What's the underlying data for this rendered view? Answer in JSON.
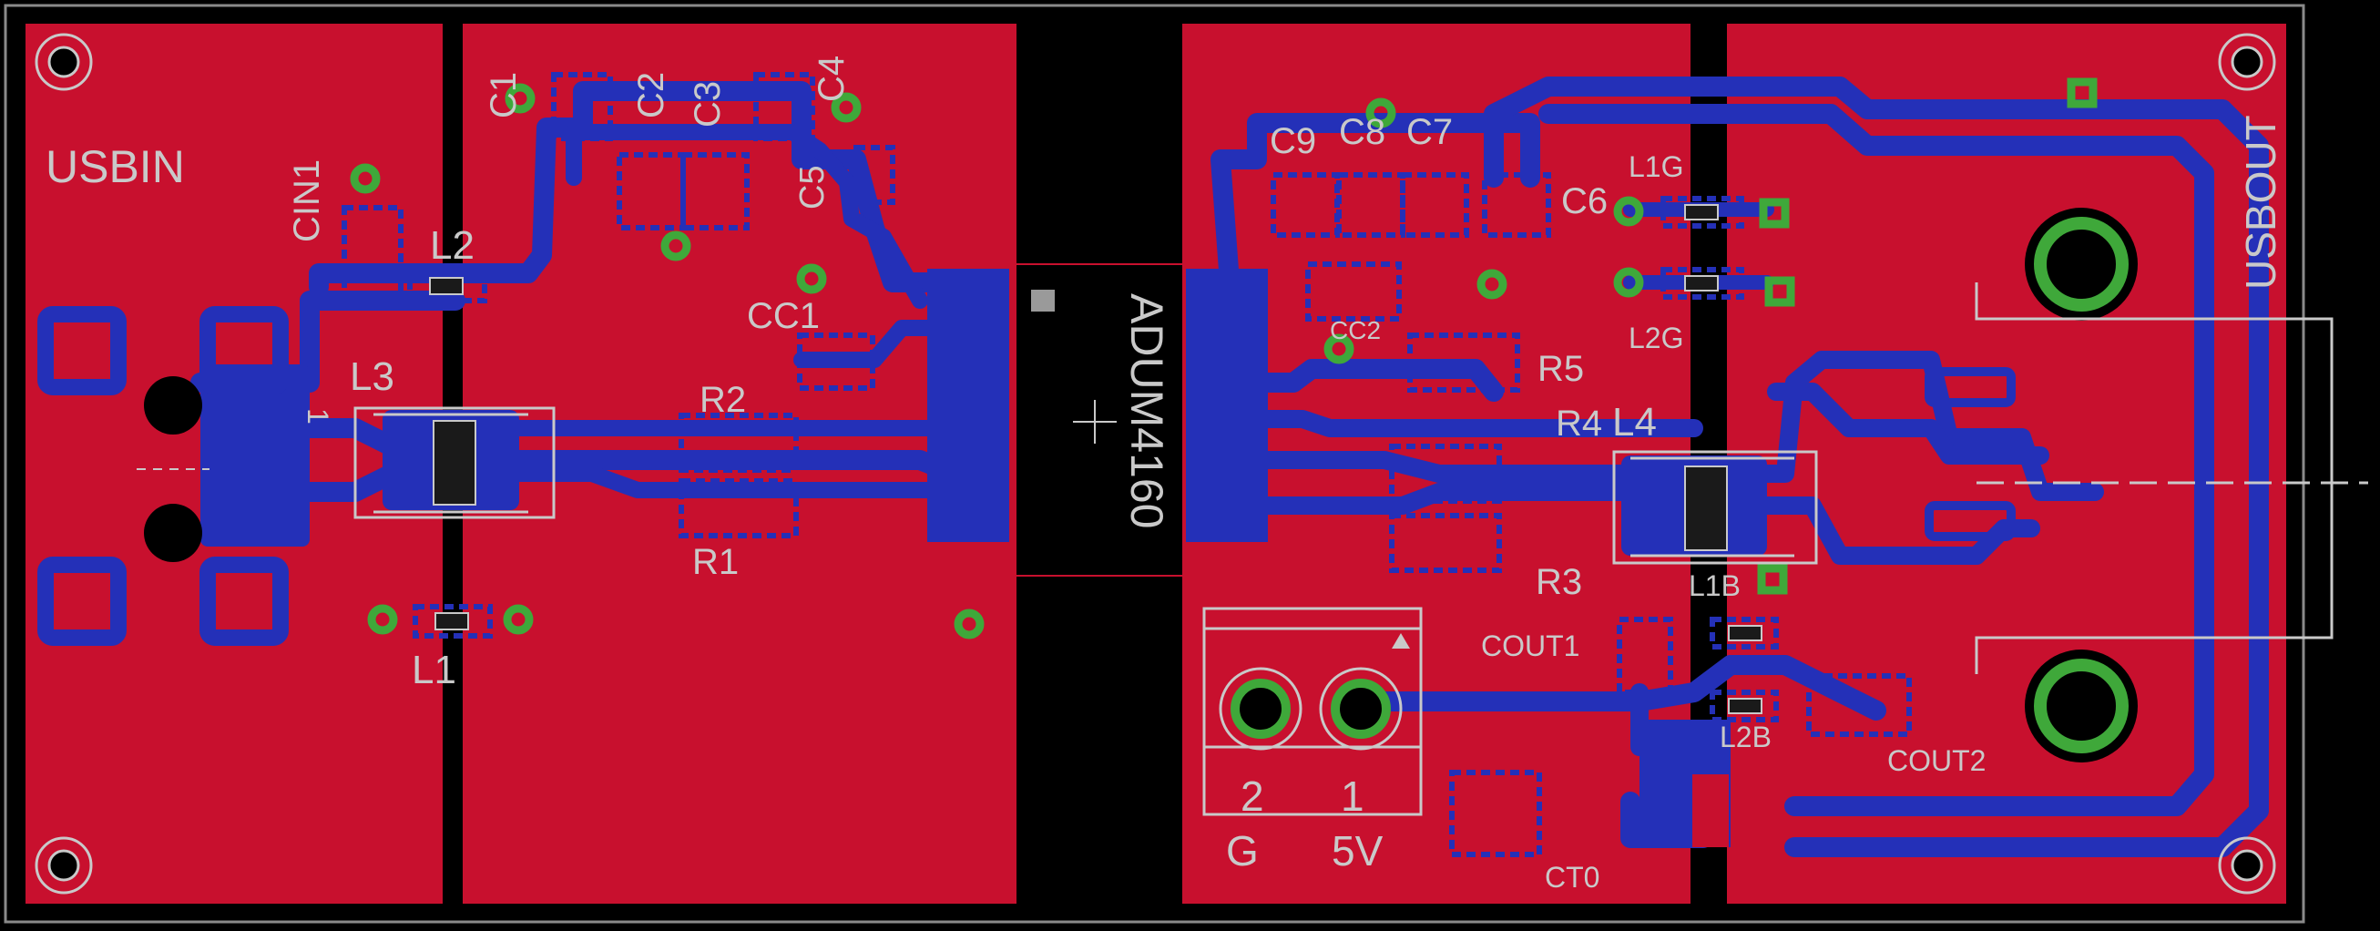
{
  "board": {
    "colors": {
      "background": "#000000",
      "outline": "#8a8a8a",
      "top_copper": "#c8102e",
      "bottom_copper": "#2430b8",
      "via": "#3fa83a",
      "pad": "#c8102e",
      "silkscreen": "#c9c9c9"
    }
  },
  "labels": {
    "usbin": "USBIN",
    "usbout": "USBOUT",
    "ic": "ADUM4160",
    "cin1": "CIN1",
    "c1": "C1",
    "c2": "C2",
    "c3": "C3",
    "c4": "C4",
    "c5": "C5",
    "c6": "C6",
    "c7": "C7",
    "c8": "C8",
    "c9": "C9",
    "cc1": "CC1",
    "cc2": "CC2",
    "l1": "L1",
    "l2": "L2",
    "l3": "L3",
    "l4": "L4",
    "l1g": "L1G",
    "l2g": "L2G",
    "l1b": "L1B",
    "l2b": "L2B",
    "r1": "R1",
    "r2": "R2",
    "r3": "R3",
    "r4": "R4",
    "r5": "R5",
    "cout1": "COUT1",
    "cout2": "COUT2",
    "ct0": "CT0",
    "pin2": "2",
    "pin1": "1",
    "pin_g": "G",
    "pin_5v": "5V",
    "pin1_mark": "1"
  }
}
